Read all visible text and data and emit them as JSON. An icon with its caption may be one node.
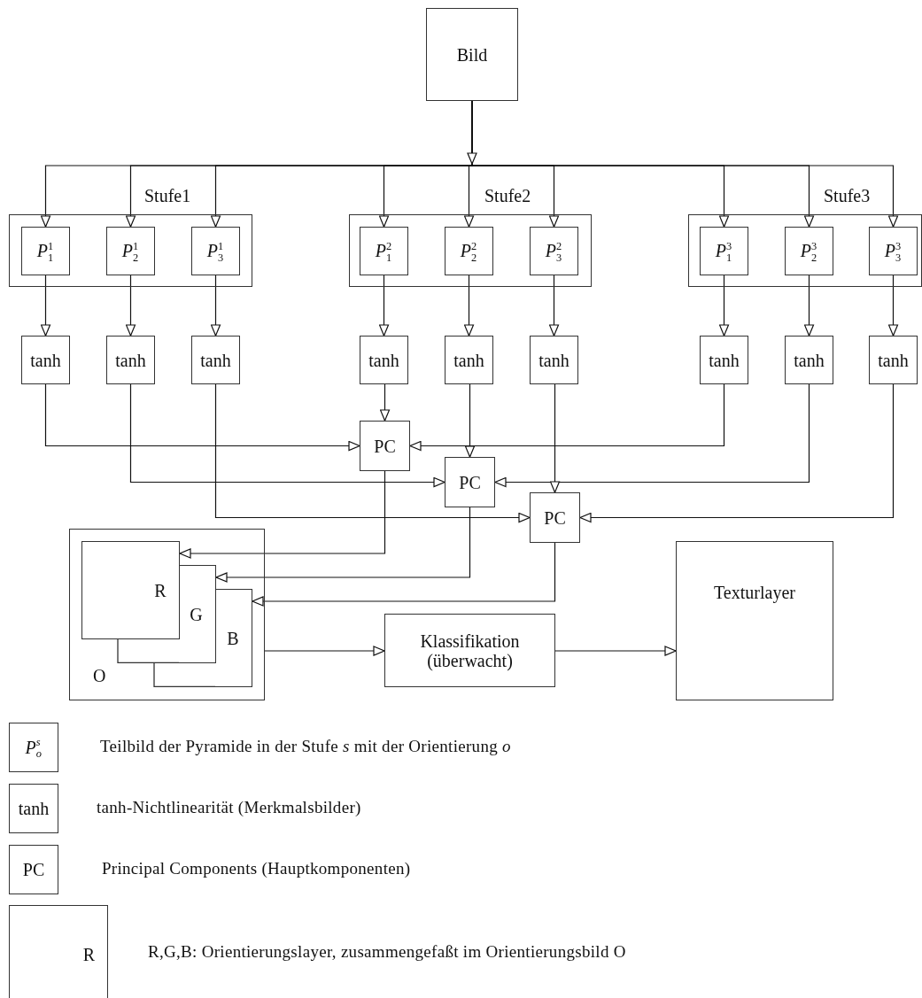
{
  "diagram": {
    "nodes": [
      {
        "text": [
          "Bild"
        ]
      },
      {
        "text": [
          "Stufe1"
        ]
      },
      {
        "text": [
          "*P*$^{1}$$_{1}$"
        ],
        "in": 1
      },
      {
        "text": [
          "*P*$^{1}$$_{2}$"
        ],
        "in": 1
      },
      {
        "text": [
          "*P*$^{1}$$_{3}$"
        ],
        "in": 1
      },
      {
        "text": [
          "Stufe2"
        ]
      },
      {
        "text": [
          "*P*$^{2}$$_{1}$"
        ],
        "in": 5
      },
      {
        "text": [
          "*P*$^{2}$$_{2}$"
        ],
        "in": 5
      },
      {
        "text": [
          "*P*$^{2}$$_{3}$"
        ],
        "in": 5
      },
      {
        "text": [
          "Stufe3"
        ]
      },
      {
        "text": [
          "*P*$^{3}$$_{1}$"
        ],
        "in": 9
      },
      {
        "text": [
          "*P*$^{3}$$_{2}$"
        ],
        "in": 9
      },
      {
        "text": [
          "*P*$^{3}$$_{3}$"
        ],
        "in": 9
      },
      {
        "text": [
          "tanh"
        ]
      },
      {
        "text": [
          "tanh"
        ]
      },
      {
        "text": [
          "tanh"
        ]
      },
      {
        "text": [
          "tanh"
        ]
      },
      {
        "text": [
          "tanh"
        ]
      },
      {
        "text": [
          "tanh"
        ]
      },
      {
        "text": [
          "tanh"
        ]
      },
      {
        "text": [
          "tanh"
        ]
      },
      {
        "text": [
          "tanh"
        ]
      },
      {
        "text": [
          "PC"
        ]
      },
      {
        "text": [
          "PC"
        ]
      },
      {
        "text": [
          "PC"
        ]
      },
      {
        "text": [
          "O"
        ]
      },
      {
        "text": [
          "R"
        ],
        "in": 25
      },
      {
        "text": [
          "G"
        ],
        "in": 25
      },
      {
        "text": [
          "B"
        ],
        "in": 25
      },
      {
        "text": [
          "Klassifikation (überwacht)"
        ]
      },
      {
        "text": [
          "Texturlayer"
        ]
      },
      {
        "text": [
          "*P*$^{s}$$_{o}$"
        ],
        "beside": [
          "Teilbild der Pyramide in der Stufe *s* mit der Orientierung *o*"
        ]
      },
      {
        "text": [
          "tanh"
        ],
        "beside": [
          "tanh-Nichtlinearität (Merkmalsbilder)"
        ]
      },
      {
        "text": [
          "PC"
        ],
        "beside": [
          "Principal Components (Hauptkomponenten)"
        ]
      },
      {
        "text": [
          "R"
        ],
        "beside": [
          "R,G,B: Orientierungslayer, zusammengefaßt im Orientierungsbild O"
        ]
      }
    ],
    "edges": [
      {
        "from": 0,
        "to": 2,
        "arrow": "to"
      },
      {
        "from": 0,
        "to": 3,
        "arrow": "to"
      },
      {
        "from": 0,
        "to": 4,
        "arrow": "to"
      },
      {
        "from": 0,
        "to": 6,
        "arrow": "to"
      },
      {
        "from": 0,
        "to": 7,
        "arrow": "to"
      },
      {
        "from": 0,
        "to": 8,
        "arrow": "to"
      },
      {
        "from": 0,
        "to": 10,
        "arrow": "to"
      },
      {
        "from": 0,
        "to": 11,
        "arrow": "to"
      },
      {
        "from": 0,
        "to": 12,
        "arrow": "to"
      },
      {
        "from": 2,
        "to": 13,
        "arrow": "to"
      },
      {
        "from": 3,
        "to": 14,
        "arrow": "to"
      },
      {
        "from": 4,
        "to": 15,
        "arrow": "to"
      },
      {
        "from": 6,
        "to": 16,
        "arrow": "to"
      },
      {
        "from": 7,
        "to": 17,
        "arrow": "to"
      },
      {
        "from": 8,
        "to": 18,
        "arrow": "to"
      },
      {
        "from": 10,
        "to": 19,
        "arrow": "to"
      },
      {
        "from": 11,
        "to": 20,
        "arrow": "to"
      },
      {
        "from": 12,
        "to": 21,
        "arrow": "to"
      },
      {
        "from": 13,
        "to": 22,
        "arrow": "to"
      },
      {
        "from": 16,
        "to": 22,
        "arrow": "to"
      },
      {
        "from": 19,
        "to": 22,
        "arrow": "to"
      },
      {
        "from": 14,
        "to": 23,
        "arrow": "to"
      },
      {
        "from": 17,
        "to": 23,
        "arrow": "to"
      },
      {
        "from": 20,
        "to": 23,
        "arrow": "to"
      },
      {
        "from": 15,
        "to": 24,
        "arrow": "to"
      },
      {
        "from": 18,
        "to": 24,
        "arrow": "to"
      },
      {
        "from": 21,
        "to": 24,
        "arrow": "to"
      },
      {
        "from": 22,
        "to": 26,
        "arrow": "to"
      },
      {
        "from": 23,
        "to": 27,
        "arrow": "to"
      },
      {
        "from": 24,
        "to": 28,
        "arrow": "to"
      },
      {
        "from": 25,
        "to": 29,
        "arrow": "to"
      },
      {
        "from": 29,
        "to": 30,
        "arrow": "to"
      }
    ]
  }
}
